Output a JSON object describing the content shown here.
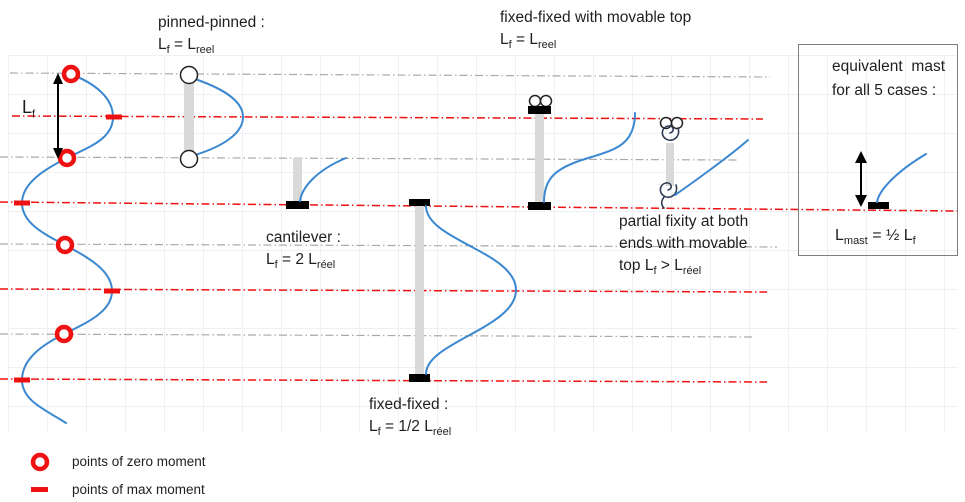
{
  "colors": {
    "red": "#ee1111",
    "blue": "#3b88d0",
    "bar": "#d9d9d9",
    "grayline": "#a9a9a9",
    "ink": "#1f1f1f",
    "grid": "#eef0f3",
    "border": "#7f7f7f"
  },
  "labels": {
    "pinned_title": "pinned-pinned :",
    "movable_title": "fixed-fixed with movable top",
    "cantilever_title": "cantilever :",
    "fixed_title": "fixed-fixed :",
    "partial_line1": "partial fixity at both",
    "partial_line2": "ends with movable"
  },
  "formulas": {
    "lf_arrow": {
      "p1": "L",
      "s1": "f"
    },
    "pinned": {
      "p1": "L",
      "s1": "f",
      "p2": " = L",
      "s2": "reel"
    },
    "movable": {
      "p1": "L",
      "s1": "f",
      "p2": " = L",
      "s2": "reel"
    },
    "cantilever": {
      "p1": "L",
      "s1": "f",
      "p2": " = 2 L",
      "s2": "réel"
    },
    "fixed": {
      "p1": "L",
      "s1": "f",
      "p2": " = 1/2 L",
      "s2": "réel"
    },
    "partial": {
      "p1": "top L",
      "s1": "f",
      "p2": " > L",
      "s2": "réel"
    },
    "mast": {
      "p1": "L",
      "s1": "mast",
      "p2": " = ½ L",
      "s2": "f"
    }
  },
  "box": {
    "heading": "equivalent mast for all 5 cases :"
  },
  "legend": {
    "zero": "points of zero moment",
    "max": "points of max moment"
  }
}
